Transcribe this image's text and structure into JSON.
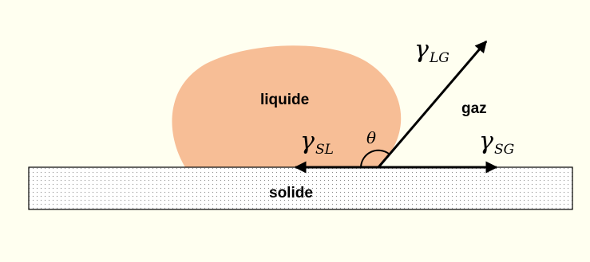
{
  "labels": {
    "liquid": "liquide",
    "gas": "gaz",
    "solid": "solide"
  },
  "symbols": {
    "gamma": "γ",
    "theta": "θ",
    "lg_sub": "LG",
    "sl_sub": "SL",
    "sg_sub": "SG"
  },
  "colors": {
    "background": "#fffff0",
    "droplet": "#f7be96",
    "substrate_fill": "#ffffff",
    "substrate_stipple": "#8a8a8a",
    "ink": "#000000"
  }
}
